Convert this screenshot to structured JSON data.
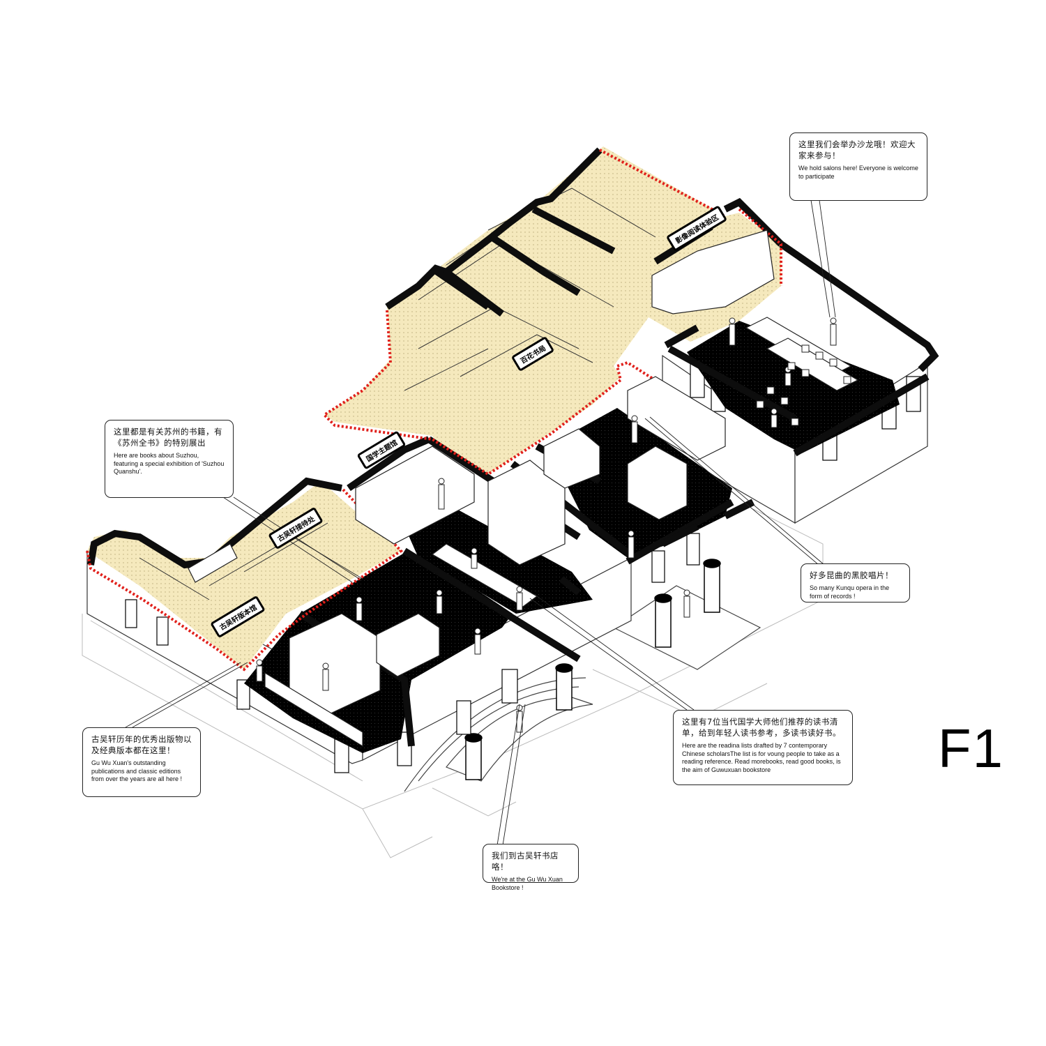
{
  "floor_label": "F1",
  "signs": {
    "guoxue": "国学主题馆",
    "baihua": "百花书局",
    "yingxiang": "影像阅读体验区",
    "guwuxuan_banben": "古吴轩版本馆",
    "guwuxuan_jiedai": "古吴轩接待处"
  },
  "callouts": {
    "salon": {
      "zh": "这里我们会举办沙龙哦！欢迎大家来参与！",
      "en": "We  hold salons here! Everyone is welcome to participate"
    },
    "suzhou": {
      "zh": "这里都是有关苏州的书籍，有《苏州全书》的特别展出",
      "en": "Here are books about Suzhou, featuring a special exhibition of 'Suzhou Quanshu'."
    },
    "kunqu": {
      "zh": "好多昆曲的黑胶唱片！",
      "en": "So many Kunqu opera in the form of records !"
    },
    "editions": {
      "zh": "古吴轩历年的优秀出版物以及经典版本都在这里！",
      "en": "Gu Wu Xuan's outstanding publications and classic editions from over the years are all here !"
    },
    "reading_lists": {
      "zh": "这里有7位当代国学大师他们推荐的读书清单，给到年轻人读书参考，多读书读好书。",
      "en": "Here are the readina lists drafted by 7 contemporary Chinese scholarsThe list is for voung people to take as a reading reference. Read morebooks, read good books, is the aim of Guwuxuan bookstore"
    },
    "arrival": {
      "zh": "我们到古吴轩书店咯！",
      "en": "We're at the Gu Wu Xuan Bookstore !"
    }
  },
  "colors": {
    "highlight_fill": "#f5e9bd",
    "boundary_dash": "#e0201b",
    "floor_black": "#000000",
    "wall_black": "#0d0d0d",
    "line": "#555555"
  }
}
